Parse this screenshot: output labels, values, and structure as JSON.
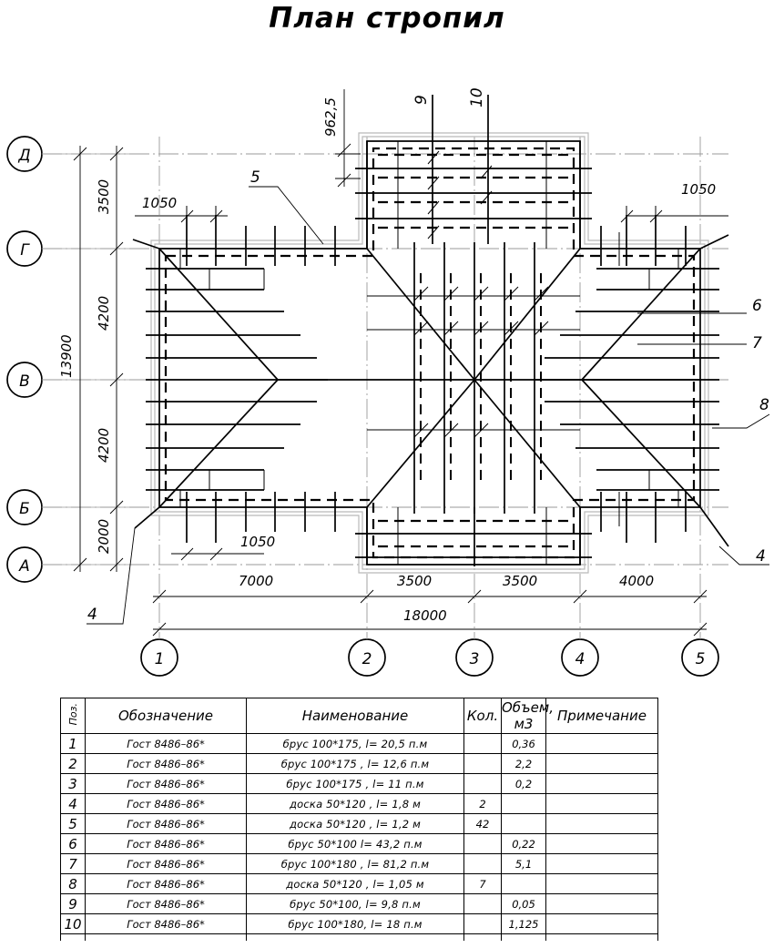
{
  "title": "План стропил",
  "drawing": {
    "vertical_axes": [
      "Д",
      "Г",
      "В",
      "Б",
      "А"
    ],
    "horizontal_axes": [
      "1",
      "2",
      "3",
      "4",
      "5"
    ],
    "vertical_dims": [
      "3500",
      "4200",
      "4200",
      "2000"
    ],
    "vertical_total": "13900",
    "horizontal_dims": [
      "7000",
      "3500",
      "3500",
      "4000"
    ],
    "horizontal_total": "18000",
    "detail_dims": {
      "top_left_1050": "1050",
      "top_right_1050": "1050",
      "bottom_left_1050": "1050",
      "vertical_962": "962,5"
    },
    "leaders": {
      "l5": "5",
      "l6": "6",
      "l7": "7",
      "l8": "8",
      "l9": "9",
      "l10": "10",
      "l4_left": "4",
      "l4_right": "4"
    }
  },
  "spec_table": {
    "headers": {
      "pos": "Поз.",
      "designation": "Обозначение",
      "name": "Наименование",
      "qty": "Кол.",
      "volume": "Объем, м3",
      "note": "Примечание"
    },
    "rows": [
      {
        "pos": "1",
        "designation": "Гост 8486–86*",
        "name": "брус 100*175, l= 20,5 п.м",
        "qty": "",
        "volume": "0,36",
        "note": ""
      },
      {
        "pos": "2",
        "designation": "Гост 8486–86*",
        "name": "брус 100*175 , l= 12,6 п.м",
        "qty": "",
        "volume": "2,2",
        "note": ""
      },
      {
        "pos": "3",
        "designation": "Гост 8486–86*",
        "name": "брус 100*175 , l= 11 п.м",
        "qty": "",
        "volume": "0,2",
        "note": ""
      },
      {
        "pos": "4",
        "designation": "Гост 8486–86*",
        "name": "доска 50*120 , l= 1,8 м",
        "qty": "2",
        "volume": "",
        "note": ""
      },
      {
        "pos": "5",
        "designation": "Гост 8486–86*",
        "name": "доска 50*120 , l= 1,2 м",
        "qty": "42",
        "volume": "",
        "note": ""
      },
      {
        "pos": "6",
        "designation": "Гост 8486–86*",
        "name": "брус 50*100 l= 43,2 п.м",
        "qty": "",
        "volume": "0,22",
        "note": ""
      },
      {
        "pos": "7",
        "designation": "Гост 8486–86*",
        "name": "брус 100*180 , l= 81,2 п.м",
        "qty": "",
        "volume": "5,1",
        "note": ""
      },
      {
        "pos": "8",
        "designation": "Гост 8486–86*",
        "name": "доска 50*120 , l= 1,05 м",
        "qty": "7",
        "volume": "",
        "note": ""
      },
      {
        "pos": "9",
        "designation": "Гост 8486–86*",
        "name": "брус 50*100, l= 9,8 п.м",
        "qty": "",
        "volume": "0,05",
        "note": ""
      },
      {
        "pos": "10",
        "designation": "Гост 8486–86*",
        "name": "брус 100*180, l= 18 п.м",
        "qty": "",
        "volume": "1,125",
        "note": ""
      }
    ]
  },
  "colors": {
    "ink": "#000000",
    "axis": "#9a9a9a",
    "paper": "#ffffff"
  }
}
